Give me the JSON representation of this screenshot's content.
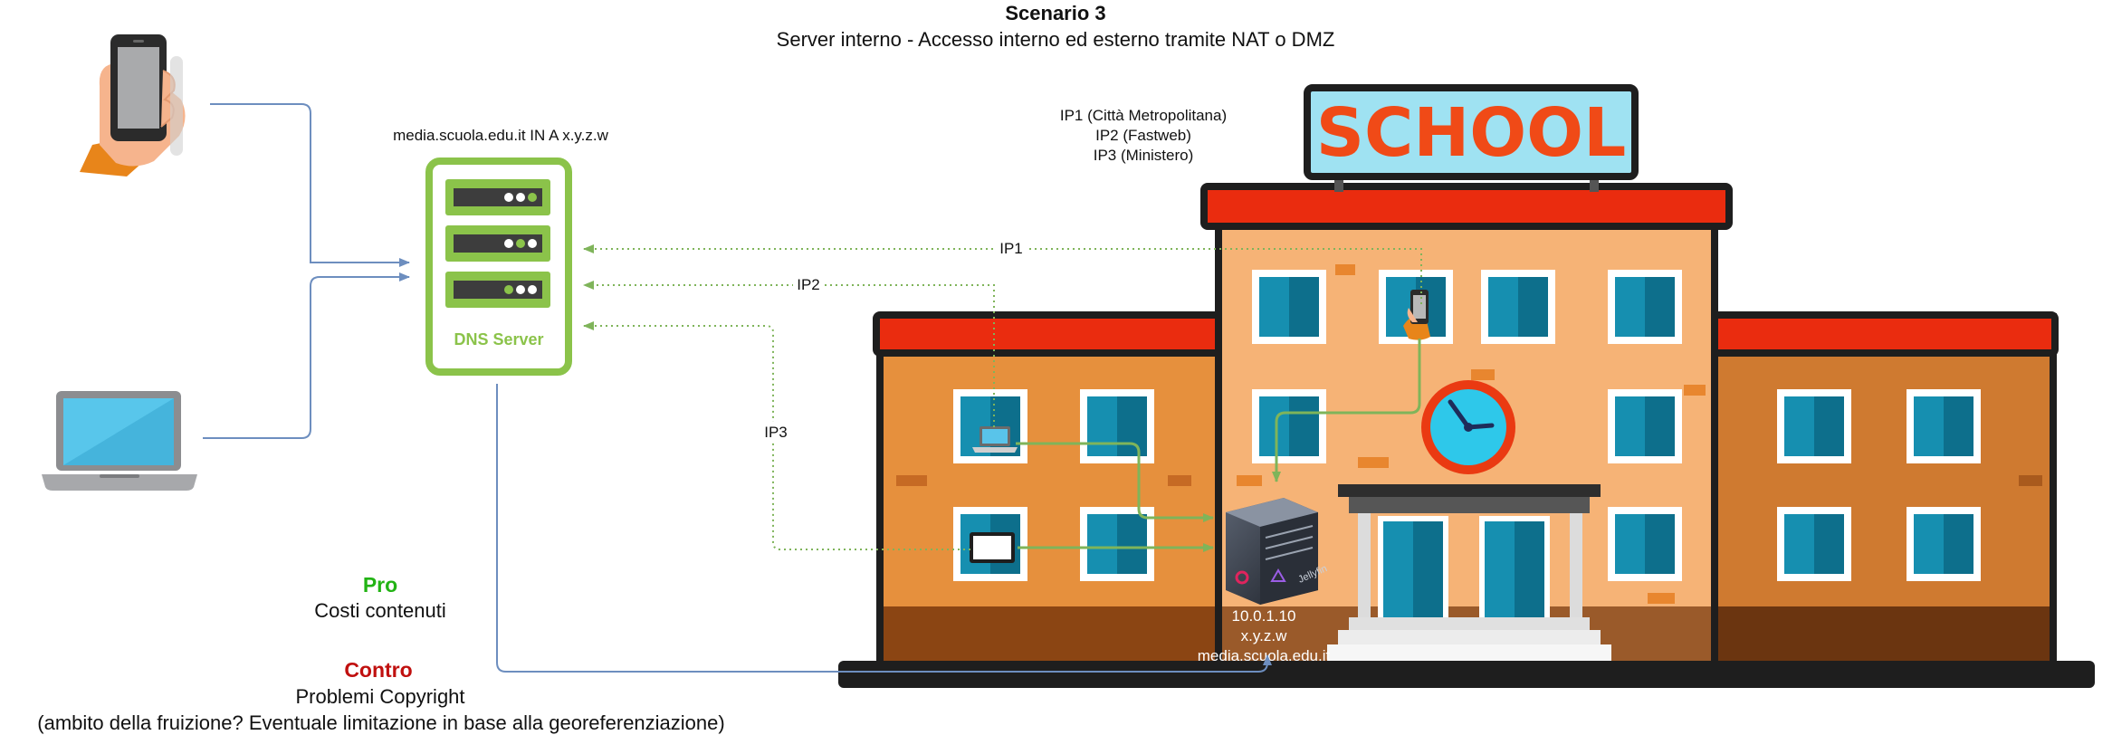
{
  "title": "Scenario 3",
  "subtitle": "Server interno - Accesso interno ed esterno tramite NAT o DMZ",
  "dns": {
    "record": "media.scuola.edu.it IN A x.y.z.w",
    "label": "DNS Server"
  },
  "ips": {
    "legend": [
      "IP1 (Città Metropolitana)",
      "IP2 (Fastweb)",
      "IP3 (Ministero)"
    ],
    "ip1": "IP1",
    "ip2": "IP2",
    "ip3": "IP3"
  },
  "school": {
    "sign": "SCHOOL"
  },
  "server": {
    "brand": "Jellyfin",
    "lines": [
      "10.0.1.10",
      "x.y.z.w",
      "media.scuola.edu.it"
    ]
  },
  "pro": {
    "heading": "Pro",
    "text": "Costi contenuti"
  },
  "contro": {
    "heading": "Contro",
    "text": "Problemi Copyright",
    "note": "(ambito della fruizione? Eventuale limitazione in base alla georeferenziazione)"
  },
  "colors": {
    "pro": "#22b314",
    "contro": "#c0100f",
    "blue_line": "#6d8ebf",
    "green_line": "#7fb45a",
    "dns": "#8bc34a",
    "school_sign": "#f04a17"
  },
  "icons": {
    "phone": "smartphone-in-hand-icon",
    "laptop": "laptop-icon",
    "server": "server-rack-icon",
    "clock": "clock-icon"
  }
}
